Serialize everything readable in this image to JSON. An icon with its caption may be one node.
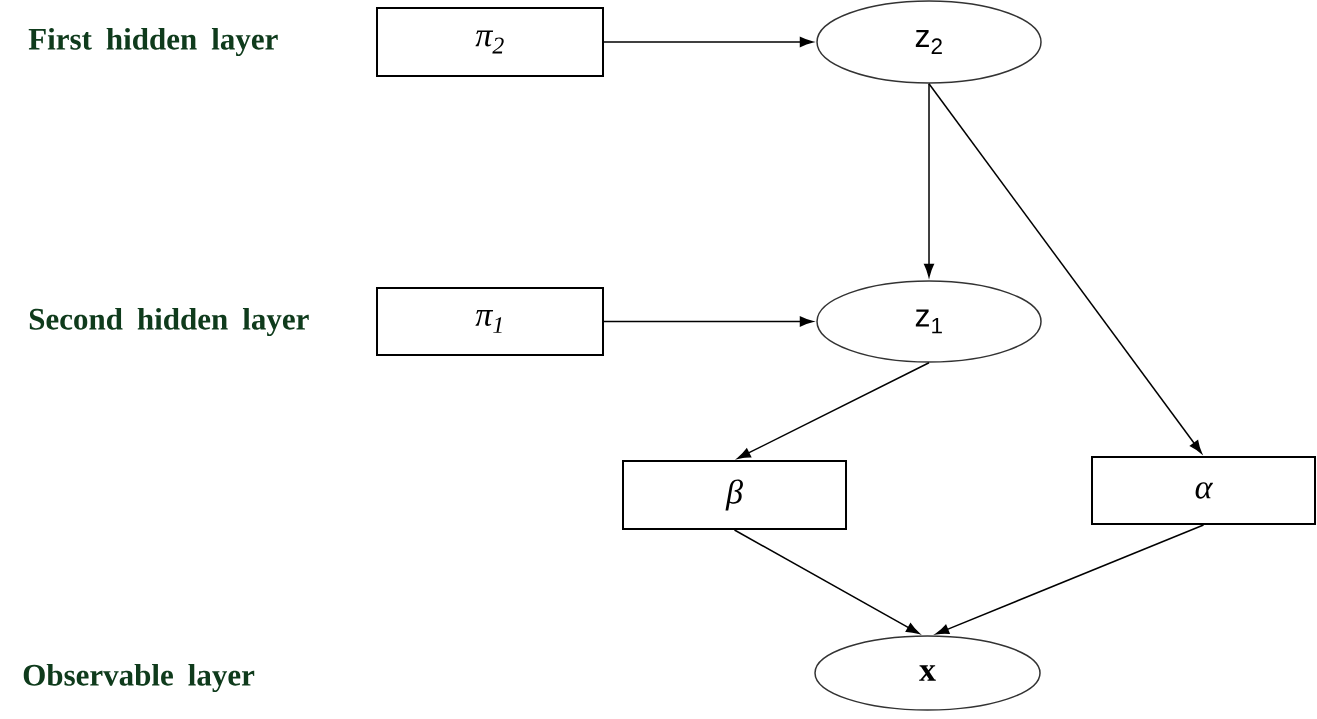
{
  "diagram": {
    "nodes": [
      {
        "text": [
          "π$_{2}$"
        ]
      },
      {
        "text": [
          "z$_{2}$"
        ]
      },
      {
        "text": [
          "π$_{1}$"
        ]
      },
      {
        "text": [
          "z$_{1}$"
        ]
      },
      {
        "text": [
          "β"
        ]
      },
      {
        "text": [
          "α"
        ]
      },
      {
        "text": [
          "x"
        ]
      }
    ],
    "edges": [
      {
        "from": 0,
        "to": 1,
        "arrow": "to"
      },
      {
        "from": 1,
        "to": 3,
        "arrow": "to"
      },
      {
        "from": 1,
        "to": 5,
        "arrow": "to"
      },
      {
        "from": 2,
        "to": 3,
        "arrow": "to"
      },
      {
        "from": 3,
        "to": 4,
        "arrow": "to"
      },
      {
        "from": 4,
        "to": 6,
        "arrow": "to"
      },
      {
        "from": 5,
        "to": 6,
        "arrow": "to"
      }
    ],
    "labels": [
      "First hidden layer",
      "Second hidden layer",
      "Observable layer"
    ]
  }
}
